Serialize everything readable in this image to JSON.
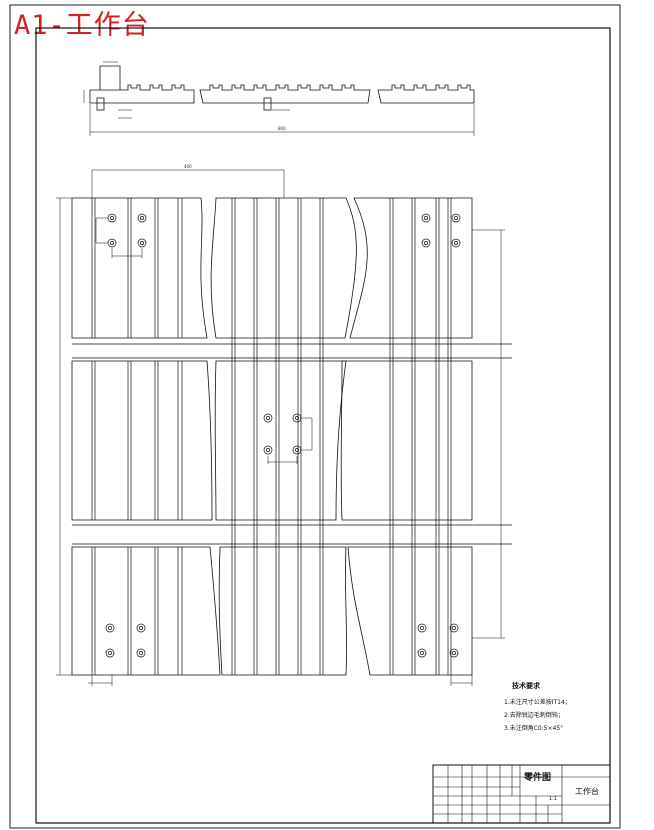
{
  "title": "A1-工作台",
  "tech_notes": {
    "heading": "技术要求",
    "items": [
      "1.未注尺寸公差按IT14；",
      "2.去除锐边毛刺倒钝；",
      "3.未注倒角C0.5×45°"
    ]
  },
  "title_block": {
    "drawing_type": "零件图",
    "part_name": "工作台",
    "scale": "1:1"
  }
}
